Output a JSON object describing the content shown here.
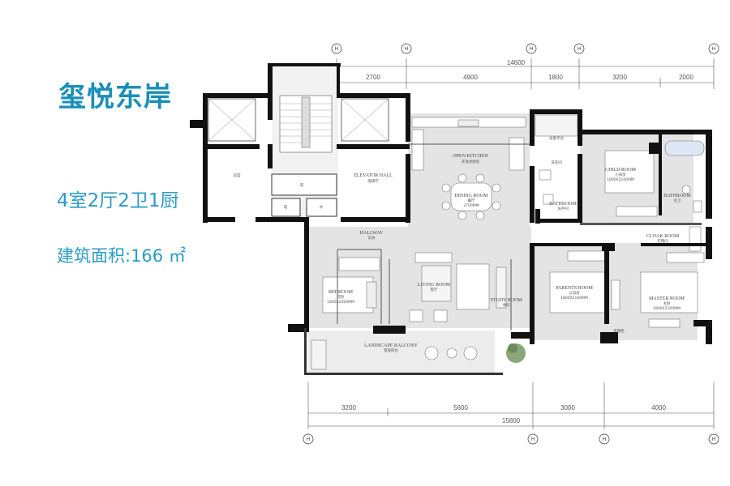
{
  "header": {
    "title": "玺悦东岸",
    "layout": "4室2厅2卫1厨",
    "area": "建筑面积:166 ㎡"
  },
  "dimensions": {
    "top_total": "14600",
    "top_segments": [
      "2700",
      "4900",
      "1800",
      "3200",
      "2000"
    ],
    "bottom_total": "15800",
    "bottom_segments": [
      "3200",
      "5600",
      "3000",
      "4000"
    ]
  },
  "rooms": {
    "elevator_hall": {
      "en": "ELEVATOR HALL",
      "cn": "电梯厅"
    },
    "elevator_left": {
      "cn": "前室"
    },
    "shaft_feng": {
      "cn": "风"
    },
    "shaft_dian": {
      "cn": "电"
    },
    "shaft_shui": {
      "cn": "水"
    },
    "open_kitchen": {
      "en": "OPEN KITCHEN",
      "cn": "开放式厨房"
    },
    "dining_room": {
      "en": "DINING ROOM",
      "cn": "餐厅",
      "size": "2700MM"
    },
    "hallway": {
      "en": "HALLWAY",
      "cn": "玄关"
    },
    "living_room": {
      "en": "LIVING ROOM",
      "cn": "客厅"
    },
    "study_room": {
      "en": "STUDY ROOM",
      "cn": "书房"
    },
    "bedroom": {
      "en": "BEDROOM",
      "cn": "次卧",
      "size": "1800X2000MM"
    },
    "landscape_balcony": {
      "en": "LANDSCAPE BALCONY",
      "cn": "景观阳台"
    },
    "equipment_platform": {
      "cn": "设备平台"
    },
    "laundry": {
      "cn": "洗衣间"
    },
    "bathroom_1": {
      "en": "BATHROOM",
      "cn": "洗手间"
    },
    "child_room": {
      "en": "CHILD ROOM",
      "cn": "小孩房",
      "size": "1800X2100MM"
    },
    "bathroom_2": {
      "en": "BATHROOM",
      "cn": "主卫"
    },
    "cloak_room": {
      "en": "CLOAK ROOM",
      "cn": "衣帽间"
    },
    "parents_room": {
      "en": "PARENTS ROOM",
      "cn": "父母房",
      "size": "1800X2100MM"
    },
    "master_room": {
      "en": "MASTER ROOM",
      "cn": "主卧",
      "size": "1800X2100MM"
    },
    "wardrobe": {
      "cn": "衣帽柜"
    }
  },
  "axes": {
    "top": [
      "H",
      "H",
      "H",
      "H",
      "H"
    ],
    "bottom": [
      "H",
      "H",
      "H",
      "H"
    ]
  },
  "colors": {
    "title": "#1a8fb8",
    "info": "#2b9cc4",
    "wall": "#111111",
    "floor": "#e4e4e4",
    "furniture": "#ffffff",
    "accent": "#f0e68c"
  }
}
